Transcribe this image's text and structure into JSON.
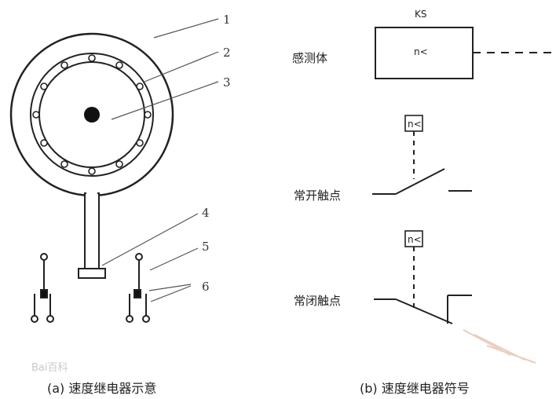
{
  "left_diagram": {
    "part_numbers": [
      "1",
      "2",
      "3",
      "4",
      "5",
      "6"
    ],
    "caption": "(a) 速度继电器示意"
  },
  "right_diagram": {
    "ks_label": "KS",
    "sensor_symbol": "n<",
    "sensor_label": "感测体",
    "no_contact_symbol": "n<",
    "no_contact_label": "常开触点",
    "nc_contact_symbol": "n<",
    "nc_contact_label": "常闭触点",
    "caption": "(b) 速度继电器符号"
  },
  "watermark": {
    "text": "Bai百科"
  }
}
